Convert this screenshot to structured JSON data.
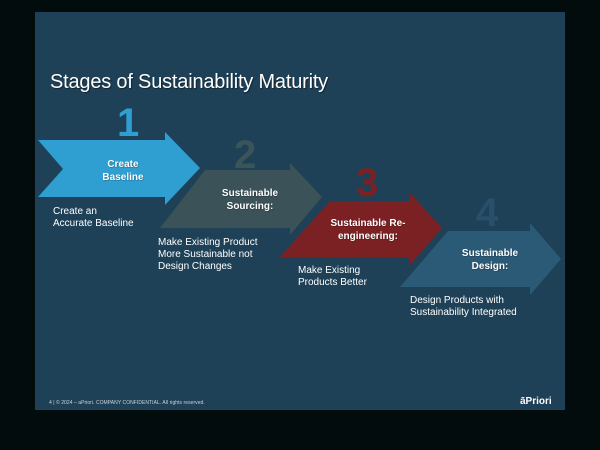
{
  "slide": {
    "title": "Stages of Sustainability Maturity",
    "footer": "4  |  © 2024 – aPriori. COMPANY CONFIDENTIAL. All rights reserved.",
    "logo": "āPriori",
    "background_color": "#1e4157",
    "frame_color": "#020c0c"
  },
  "stages": [
    {
      "number": "1",
      "label_line1": "Create",
      "label_line2": "Baseline",
      "description_line1": "Create an",
      "description_line2": "Accurate Baseline",
      "description_line3": "",
      "color": "#2e9fd0",
      "number_color": "#2e9fd0"
    },
    {
      "number": "2",
      "label_line1": "Sustainable",
      "label_line2": "Sourcing:",
      "description_line1": "Make Existing Product",
      "description_line2": "More Sustainable not",
      "description_line3": "Design Changes",
      "color": "#3a5258",
      "number_color": "#3a5459"
    },
    {
      "number": "3",
      "label_line1": "Sustainable Re-",
      "label_line2": "engineering:",
      "description_line1": "Make Existing",
      "description_line2": "Products Better",
      "description_line3": "",
      "color": "#7b2123",
      "number_color": "#7b2123"
    },
    {
      "number": "4",
      "label_line1": "Sustainable",
      "label_line2": "Design:",
      "description_line1": "Design Products with",
      "description_line2": "Sustainability Integrated",
      "description_line3": "",
      "color": "#2b5a76",
      "number_color": "#28506b"
    }
  ]
}
